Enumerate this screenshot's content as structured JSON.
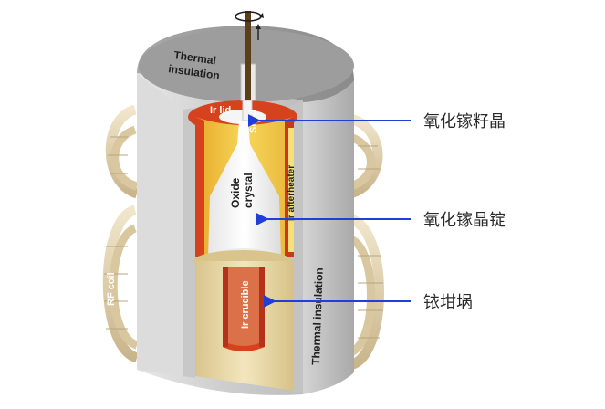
{
  "labels": {
    "thermal_insulation_top_line1": "Thermal",
    "thermal_insulation_top_line2": "insulation",
    "ir_lid": "Ir lid",
    "seed": "Seed",
    "oxide_line1": "Oxide",
    "oxide_line2": "crystal",
    "ir_afterheater": "Ir afterheater",
    "rf_coil": "RF coil",
    "ir_crucible": "Ir crucible",
    "thermal_insulation_side": "Thermal insulation"
  },
  "callouts": [
    {
      "text": "氧化镓籽晶"
    },
    {
      "text": "氧化镓晶锭"
    },
    {
      "text": "铱坩埚"
    }
  ],
  "colors": {
    "arrow": "#1f3fd6",
    "insulation_light": "#d9d9d9",
    "insulation_dark": "#9a9a9a",
    "coil": "#e3d4b3",
    "iridium": "#d7421e",
    "afterheater_yellow": "#f0c63a",
    "crystal": "#f7f7f7",
    "ceramic": "#e9d9a8"
  },
  "icons": [
    "rotation-arrow-icon"
  ]
}
